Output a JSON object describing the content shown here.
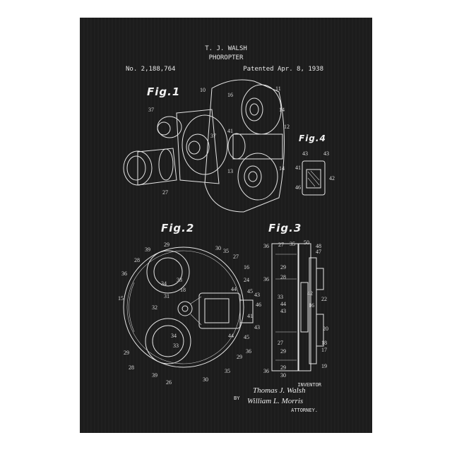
{
  "header": {
    "inventor_name": "T. J. WALSH",
    "title": "PHOROPTER",
    "patent_number": "No. 2,188,764",
    "patent_date": "Patented Apr. 8, 1938"
  },
  "figures": {
    "fig1": "Fig.1",
    "fig2": "Fig.2",
    "fig3": "Fig.3",
    "fig4": "Fig.4"
  },
  "reference_numerals": {
    "fig1": [
      "10",
      "11",
      "16",
      "14",
      "37",
      "12",
      "41",
      "13",
      "14",
      "37",
      "27"
    ],
    "fig2": [
      "29",
      "30",
      "39",
      "35",
      "27",
      "28",
      "16",
      "36",
      "34",
      "33",
      "18",
      "24",
      "44",
      "45",
      "43",
      "31",
      "46",
      "15",
      "32",
      "41",
      "43",
      "34",
      "33",
      "44",
      "45",
      "29",
      "36",
      "28",
      "29",
      "39",
      "26",
      "30",
      "35"
    ],
    "fig3": [
      "36",
      "27",
      "35",
      "50",
      "48",
      "47",
      "29",
      "28",
      "36",
      "33",
      "42",
      "44",
      "43",
      "22",
      "16",
      "20",
      "27",
      "29",
      "36",
      "29",
      "30",
      "18",
      "17",
      "19"
    ],
    "fig4": [
      "43",
      "43",
      "41",
      "42",
      "46"
    ]
  },
  "signature_block": {
    "inventor_label": "INVENTOR",
    "inventor_signature": "Thomas J. Walsh",
    "by_label": "BY",
    "attorney_signature": "William L. Morris",
    "attorney_label": "ATTORNEY."
  }
}
